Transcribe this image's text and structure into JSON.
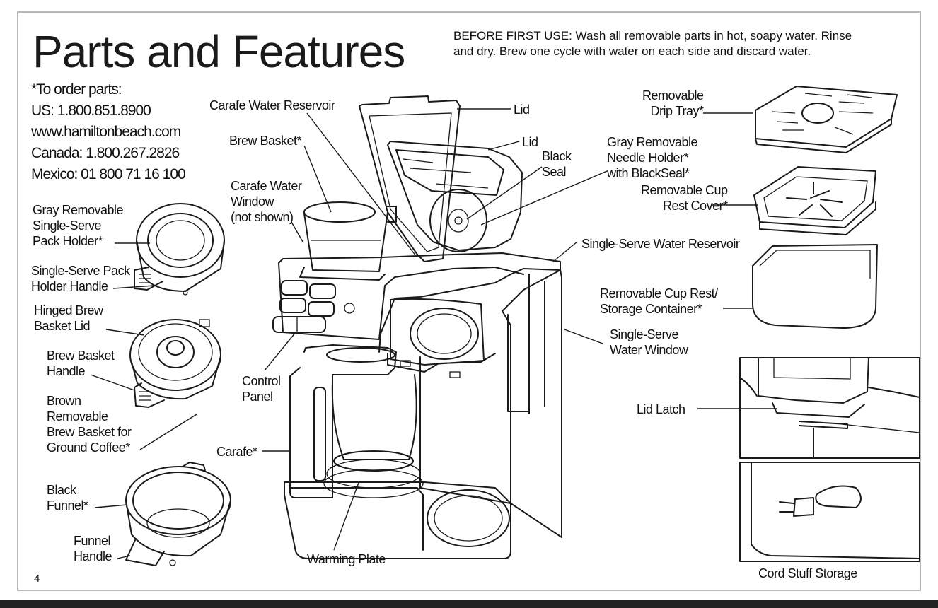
{
  "title": "Parts and Features",
  "first_use_note": "BEFORE FIRST USE: Wash all removable parts in hot, soapy water. Rinse\nand dry. Brew one cycle with water on each side and discard water.",
  "order_info": "*To order parts:\nUS: 1.800.851.8900\nwww.hamiltonbeach.com\nCanada: 1.800.267.2826\nMexico: 01 800 71 16 100",
  "labels": {
    "pack_holder": "Gray Removable\nSingle-Serve\nPack Holder*",
    "pack_holder_handle": "Single-Serve Pack\nHolder Handle",
    "hinged_lid": "Hinged Brew\nBasket Lid",
    "basket_handle": "Brew Basket\nHandle",
    "brown_basket": "Brown\nRemovable\nBrew Basket for\nGround Coffee*",
    "black_funnel": "Black\nFunnel*",
    "funnel_handle": "Funnel\nHandle",
    "carafe_reservoir": "Carafe Water Reservoir",
    "brew_basket": "Brew Basket*",
    "carafe_window": "Carafe Water\nWindow\n(not shown)",
    "control_panel": "Control\nPanel",
    "carafe": "Carafe*",
    "warming_plate": "Warming Plate",
    "lid_top": "Lid",
    "lid_second": "Lid",
    "black_seal": "Black\nSeal",
    "needle_holder": "Gray Removable\nNeedle Holder*\nwith BlackSeal*",
    "drip_tray": "Removable\nDrip Tray*",
    "cup_rest_cover": "Removable Cup\nRest Cover*",
    "ss_reservoir": "Single-Serve Water Reservoir",
    "cup_rest": "Removable Cup Rest/\nStorage Container*",
    "ss_window": "Single-Serve\nWater Window",
    "lid_latch": "Lid Latch",
    "cord_storage": "Cord Stuff Storage"
  },
  "page_number": "4"
}
